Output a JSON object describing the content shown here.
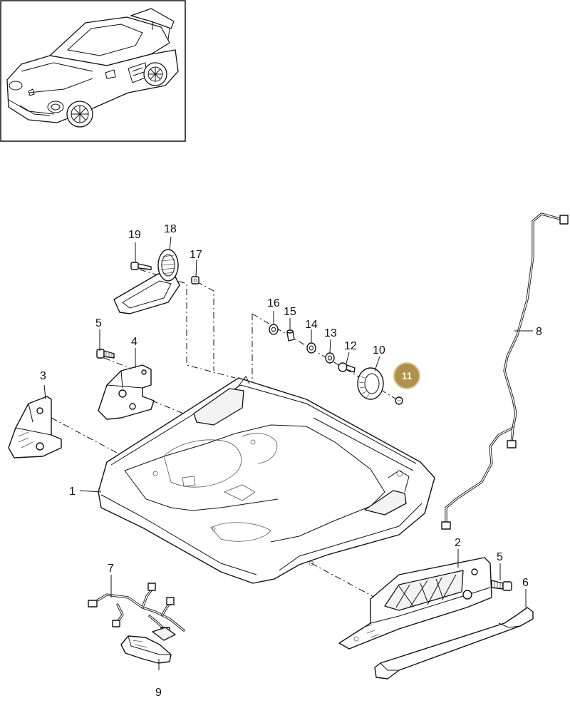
{
  "diagram": {
    "callouts": {
      "c1": "1",
      "c2": "2",
      "c3": "3",
      "c4": "4",
      "c5a": "5",
      "c5b": "5",
      "c6": "6",
      "c7": "7",
      "c8": "8",
      "c9": "9",
      "c10": "10",
      "c11": "11",
      "c12": "12",
      "c13": "13",
      "c14": "14",
      "c15": "15",
      "c16": "16",
      "c17": "17",
      "c18": "18",
      "c19": "19"
    },
    "highlighted_callout": "11"
  },
  "colors": {
    "line": "#111111",
    "highlight_fill": "#b0914a",
    "highlight_stroke": "#d9c58f",
    "background": "#ffffff"
  }
}
